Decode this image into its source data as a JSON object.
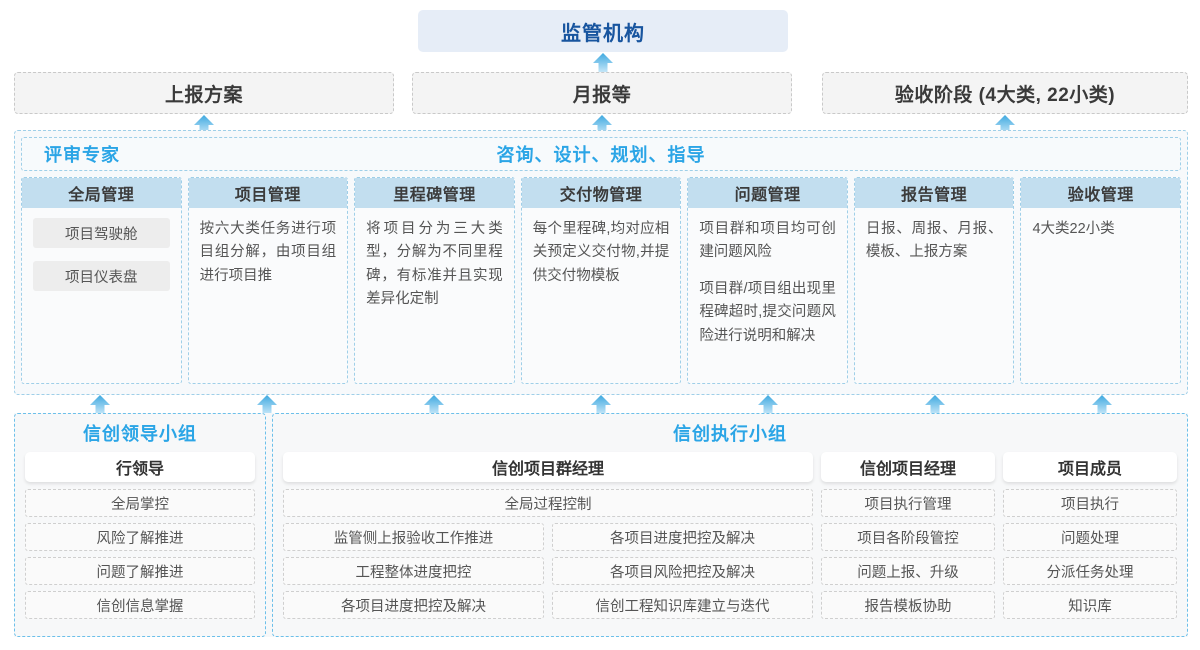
{
  "top": {
    "regulator": "监管机构",
    "reports": [
      "上报方案",
      "月报等",
      "验收阶段 (4大类, 22小类)"
    ]
  },
  "middle": {
    "banner_left": "评审专家",
    "banner_center": "咨询、设计、规划、指导",
    "columns": [
      {
        "title": "全局管理",
        "pills": [
          "项目驾驶舱",
          "项目仪表盘"
        ],
        "paragraphs": []
      },
      {
        "title": "项目管理",
        "pills": [],
        "paragraphs": [
          "按六大类任务进行项目组分解，由项目组进行项目推"
        ]
      },
      {
        "title": "里程碑管理",
        "pills": [],
        "paragraphs": [
          "将项目分为三大类型，分解为不同里程碑，有标准并且实现差异化定制"
        ]
      },
      {
        "title": "交付物管理",
        "pills": [],
        "paragraphs": [
          "每个里程碑,均对应相关预定义交付物,并提供交付物模板"
        ]
      },
      {
        "title": "问题管理",
        "pills": [],
        "paragraphs": [
          "项目群和项目均可创建问题风险",
          "项目群/项目组出现里程碑超时,提交问题风险进行说明和解决"
        ]
      },
      {
        "title": "报告管理",
        "pills": [],
        "paragraphs": [
          "日报、周报、月报、模板、上报方案"
        ]
      },
      {
        "title": "验收管理",
        "pills": [],
        "paragraphs": [
          "4大类22小类"
        ]
      }
    ]
  },
  "bottom": {
    "groups": [
      {
        "title": "信创领导小组",
        "roles": [
          {
            "name": "行领导",
            "tasks": [
              "全局掌控",
              "风险了解推进",
              "问题了解推进",
              "信创信息掌握"
            ]
          }
        ]
      },
      {
        "title": "信创执行小组",
        "roles": [
          {
            "name": "信创项目群经理",
            "full_task": "全局过程控制",
            "tasks_left": [
              "监管侧上报验收工作推进",
              "工程整体进度把控",
              "各项目进度把控及解决"
            ],
            "tasks_right": [
              "各项目进度把控及解决",
              "各项目风险把控及解决",
              "信创工程知识库建立与迭代"
            ]
          },
          {
            "name": "信创项目经理",
            "tasks": [
              "项目执行管理",
              "项目各阶段管控",
              "问题上报、升级",
              "报告模板协助"
            ]
          },
          {
            "name": "项目成员",
            "tasks": [
              "项目执行",
              "问题处理",
              "分派任务处理",
              "知识库"
            ]
          }
        ]
      }
    ]
  },
  "colors": {
    "arrow_top": "#3fa9e0",
    "arrow_bottom": "#bfe4f7",
    "accent_blue": "#2ba5e6",
    "regulator_text": "#18559f",
    "regulator_bg": "#e6edf7",
    "col_head_bg": "#c2deef",
    "dashed_blue": "#9fcfe8",
    "dashed_gray": "#cfcfcf"
  },
  "icons": {
    "arrow": "arrow-up-icon"
  }
}
